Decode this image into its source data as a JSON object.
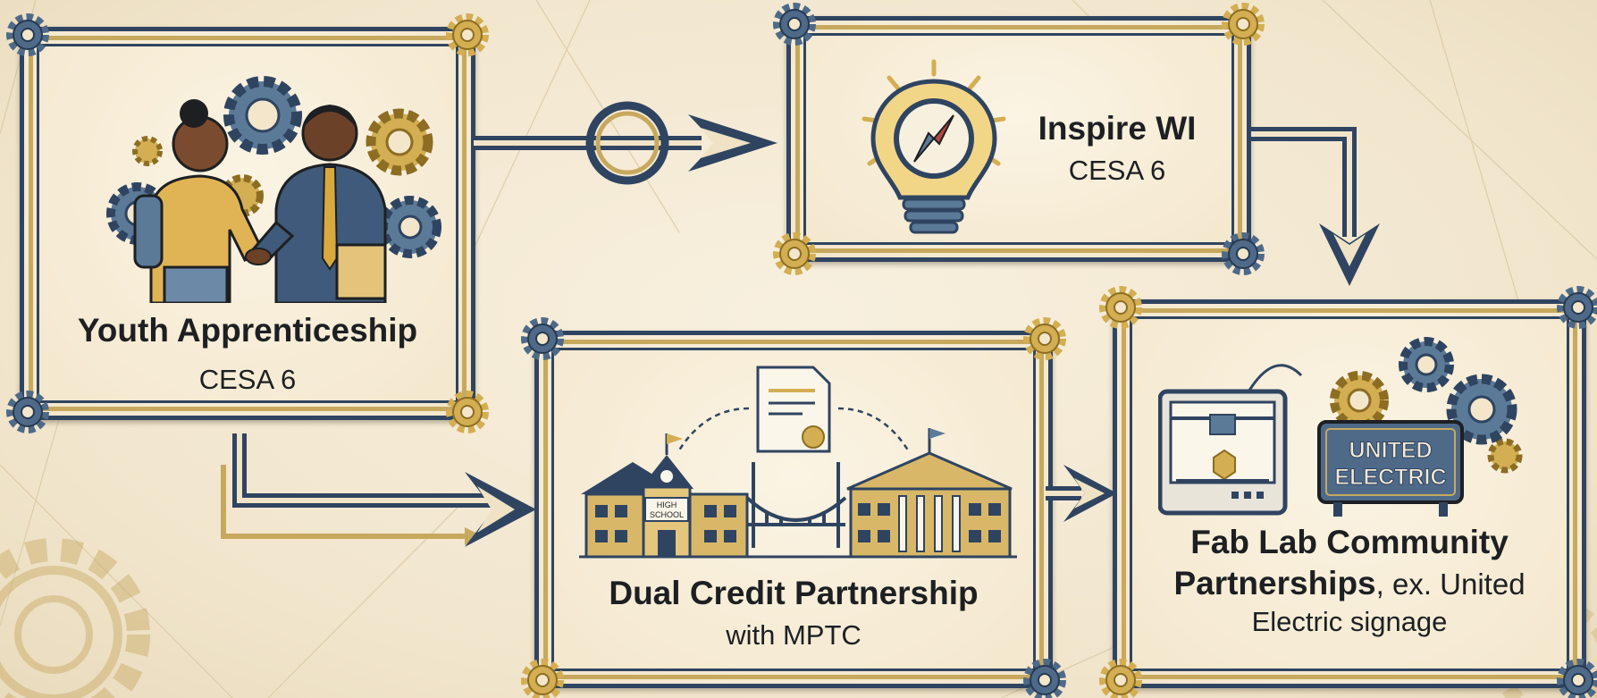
{
  "nodes": [
    {
      "id": "youth",
      "title": "Youth Apprenticeship",
      "subtitle": "CESA 6",
      "icon": "handshake-gears-icon"
    },
    {
      "id": "inspire",
      "title": "Inspire WI",
      "subtitle": "CESA 6",
      "icon": "lightbulb-compass-icon"
    },
    {
      "id": "dual",
      "title": "Dual Credit Partnership",
      "subtitle": "with MPTC",
      "icon": "school-bridge-college-icon",
      "school_sign": [
        "HIGH",
        "SCHOOL"
      ]
    },
    {
      "id": "fab",
      "title_bold_line1": "Fab Lab Community",
      "title_bold_line2": "Partnerships",
      "title_rest_line2": ", ex. United",
      "subtitle": "Electric signage",
      "icon": "3d-printer-sign-icon",
      "sign_text": [
        "UNITED",
        "ELECTRIC"
      ]
    }
  ],
  "colors": {
    "navy": "#2f4460",
    "gold": "#c7a95e",
    "steel": "#5a7896",
    "parchment": "#f4ead7"
  }
}
